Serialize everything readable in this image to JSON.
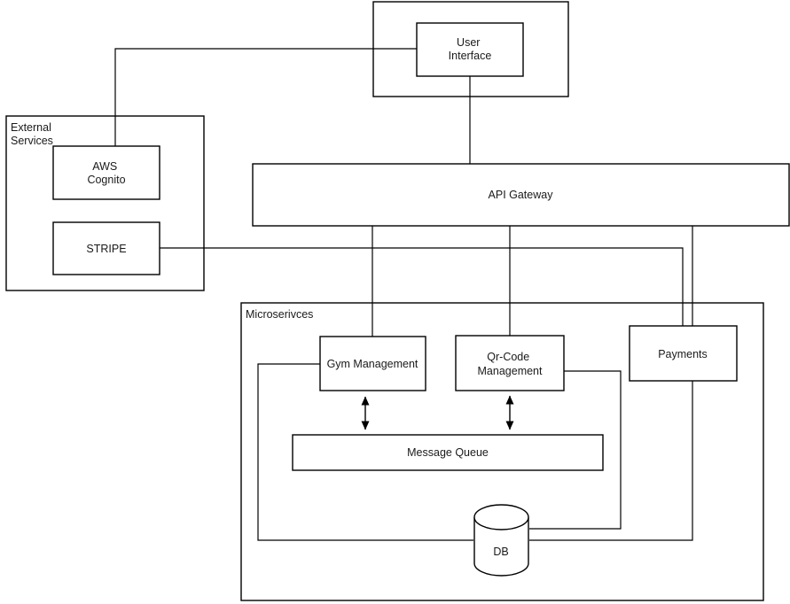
{
  "diagram": {
    "background": "#ffffff",
    "stroke_color": "#000000",
    "containers": {
      "external_services": {
        "label_lines": [
          "External",
          "Services"
        ]
      },
      "microservices": {
        "label": "Microserivces"
      }
    },
    "nodes": {
      "user_interface": {
        "label_lines": [
          "User",
          "Interface"
        ]
      },
      "api_gateway": {
        "label": "API Gateway"
      },
      "aws_cognito": {
        "label_lines": [
          "AWS",
          "Cognito"
        ]
      },
      "stripe": {
        "label": "STRIPE"
      },
      "gym_management": {
        "label": "Gym Management"
      },
      "qr_code_management": {
        "label_lines": [
          "Qr-Code",
          "Management"
        ]
      },
      "payments": {
        "label": "Payments"
      },
      "message_queue": {
        "label": "Message Queue"
      },
      "db": {
        "label": "DB"
      }
    },
    "edges": [
      {
        "from": "user-interface",
        "to": "aws-cognito",
        "bidirectional": false
      },
      {
        "from": "user-interface",
        "to": "api-gateway",
        "bidirectional": false
      },
      {
        "from": "api-gateway",
        "to": "gym-management",
        "bidirectional": false
      },
      {
        "from": "api-gateway",
        "to": "qr-code-management",
        "bidirectional": false
      },
      {
        "from": "api-gateway",
        "to": "payments",
        "bidirectional": false
      },
      {
        "from": "stripe",
        "to": "payments",
        "bidirectional": false
      },
      {
        "from": "gym-management",
        "to": "message-queue",
        "bidirectional": true
      },
      {
        "from": "qr-code-management",
        "to": "message-queue",
        "bidirectional": true
      },
      {
        "from": "gym-management",
        "to": "db",
        "bidirectional": false
      },
      {
        "from": "qr-code-management",
        "to": "db",
        "bidirectional": false
      },
      {
        "from": "payments",
        "to": "db",
        "bidirectional": false
      }
    ]
  }
}
